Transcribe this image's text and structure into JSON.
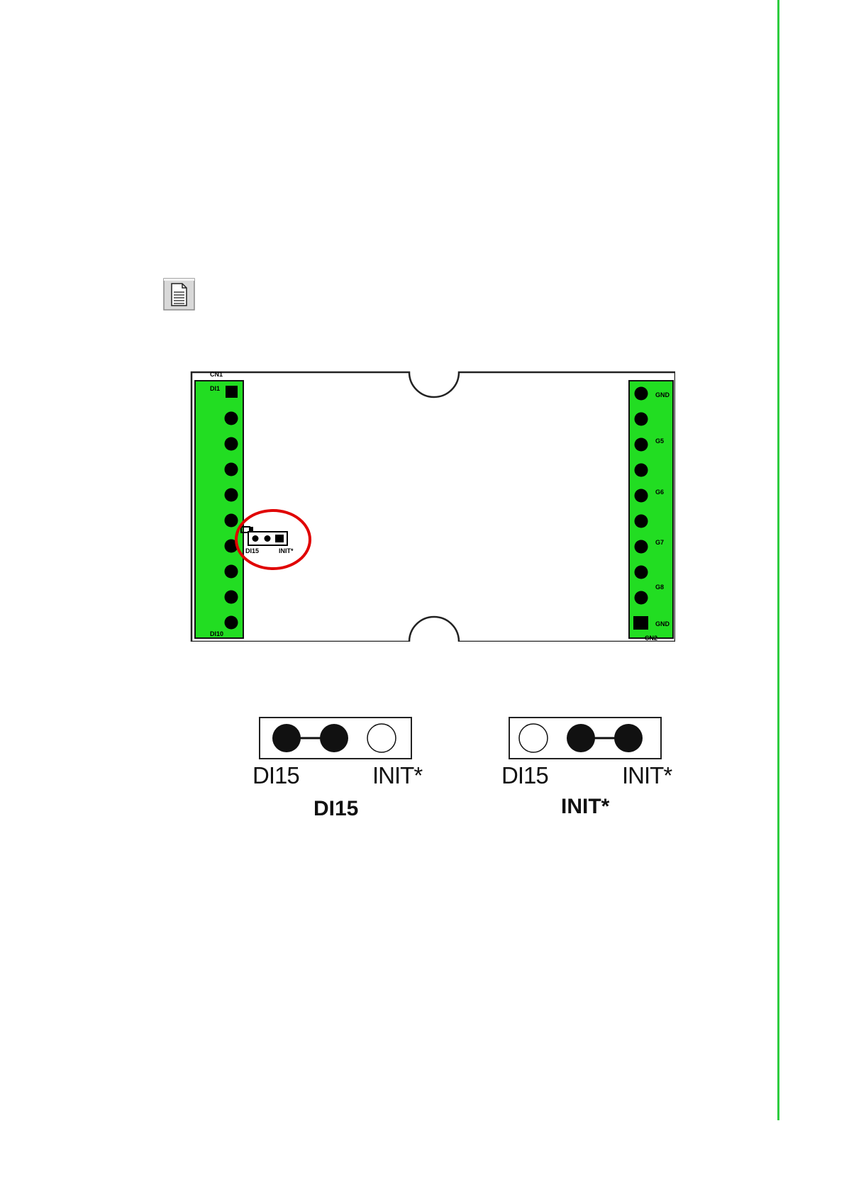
{
  "board": {
    "connector_left_top_label": "CN1",
    "connector_right_bottom_label": "CN2",
    "left_top_pin": "DI1",
    "left_bottom_pin": "DI10",
    "right_pins": [
      "GND",
      "G5",
      "G6",
      "G7",
      "G8",
      "GND"
    ],
    "jumper_left_label": "DI15",
    "jumper_right_label": "INIT*"
  },
  "settings": [
    {
      "pin_left": "DI15",
      "pin_right": "INIT*",
      "caption": "DI15",
      "shorted": [
        "left",
        "middle"
      ]
    },
    {
      "pin_left": "DI15",
      "pin_right": "INIT*",
      "caption": "INIT*",
      "shorted": [
        "middle",
        "right"
      ]
    }
  ],
  "colors": {
    "connector_green": "#22dd22",
    "highlight_circle": "#e00000",
    "side_rule": "#2ecc40"
  }
}
